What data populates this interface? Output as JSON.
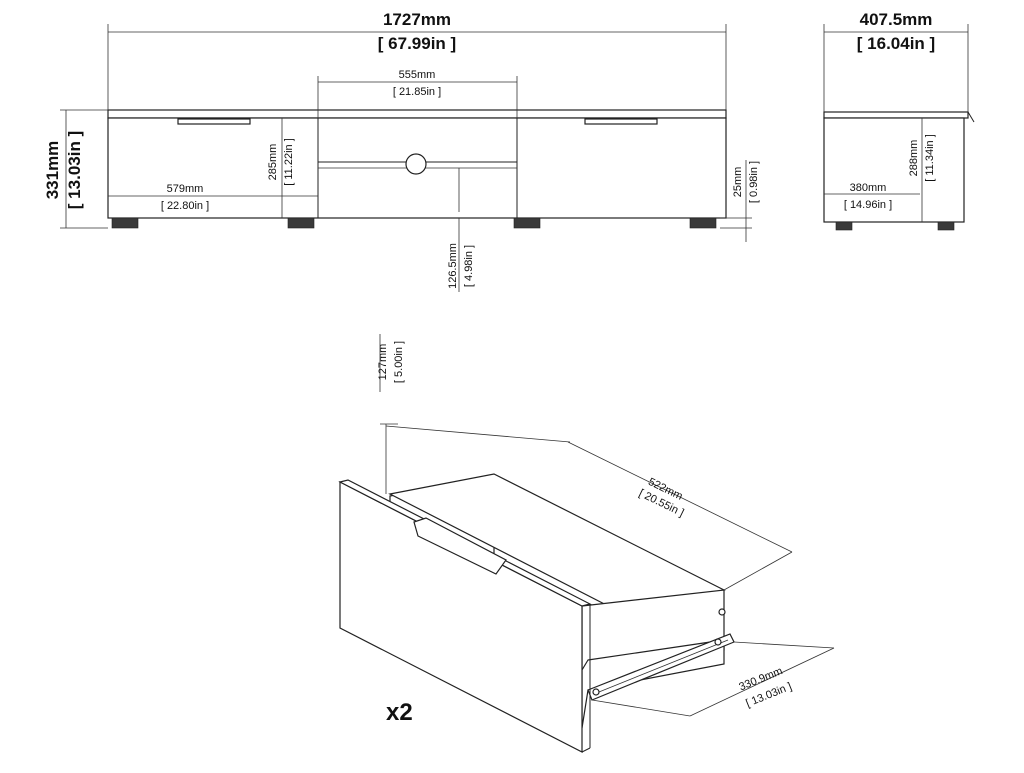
{
  "front_view": {
    "width_mm": "1727mm",
    "width_in": "[ 67.99in ]",
    "height_mm": "331mm",
    "height_in": "[ 13.03in ]",
    "middle_width_mm": "555mm",
    "middle_width_in": "[ 21.85in ]",
    "side_width_mm": "579mm",
    "side_width_in": "[ 22.80in ]",
    "drawer_height_mm": "285mm",
    "drawer_height_in": "[ 11.22in ]",
    "foot_height_mm": "25mm",
    "foot_height_in": "[ 0.98in ]",
    "shelf_height_mm": "126.5mm",
    "shelf_height_in": "[ 4.98in ]"
  },
  "side_view": {
    "depth_mm": "407.5mm",
    "depth_in": "[ 16.04in ]",
    "inner_depth_mm": "380mm",
    "inner_depth_in": "[ 14.96in ]",
    "inner_height_mm": "288mm",
    "inner_height_in": "[ 11.34in ]"
  },
  "drawer_view": {
    "height_mm": "127mm",
    "height_in": "[ 5.00in ]",
    "depth_mm": "522mm",
    "depth_in": "[ 20.55in ]",
    "width_mm": "330.9mm",
    "width_in": "[ 13.03in ]",
    "quantity": "x2"
  }
}
